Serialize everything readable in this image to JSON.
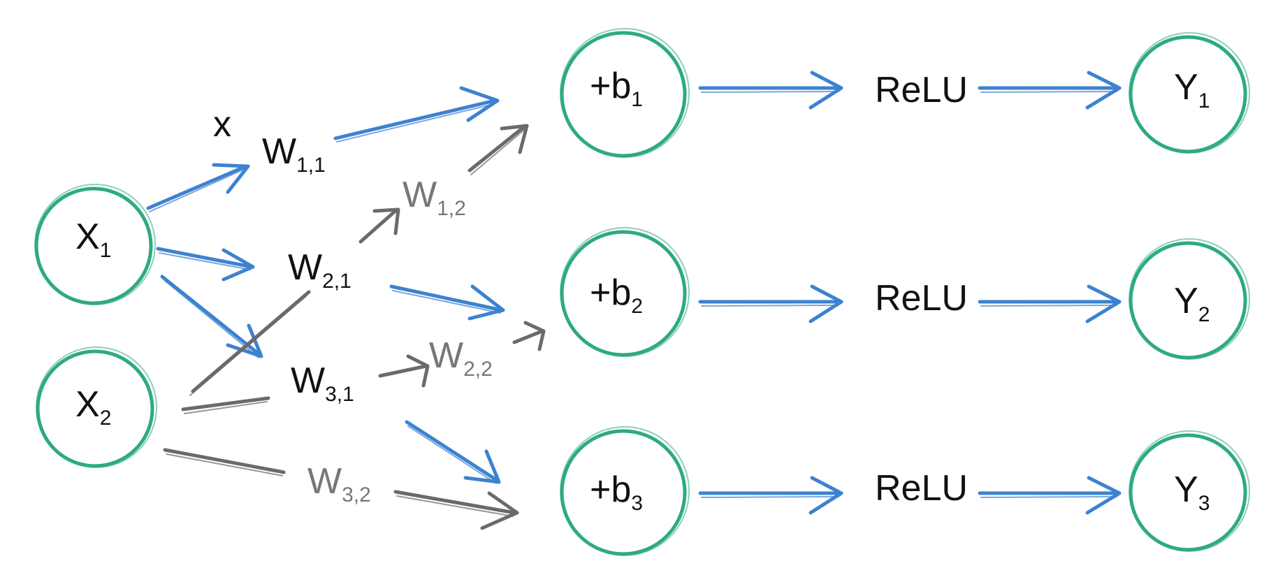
{
  "colors": {
    "node_ring": "#2eaa82",
    "arrow_blue": "#3d82d0",
    "arrow_gray": "#6a6a6a",
    "label_black": "#111111",
    "label_gray": "#777777"
  },
  "operator": "x",
  "inputs": [
    {
      "base": "X",
      "sub": "1"
    },
    {
      "base": "X",
      "sub": "2"
    }
  ],
  "weights": {
    "w11": {
      "base": "W",
      "sub": "1,1"
    },
    "w12": {
      "base": "W",
      "sub": "1,2"
    },
    "w21": {
      "base": "W",
      "sub": "2,1"
    },
    "w22": {
      "base": "W",
      "sub": "2,2"
    },
    "w31": {
      "base": "W",
      "sub": "3,1"
    },
    "w32": {
      "base": "W",
      "sub": "3,2"
    }
  },
  "biases": [
    {
      "base": "+b",
      "sub": "1"
    },
    {
      "base": "+b",
      "sub": "2"
    },
    {
      "base": "+b",
      "sub": "3"
    }
  ],
  "activations": [
    "ReLU",
    "ReLU",
    "ReLU"
  ],
  "outputs": [
    {
      "base": "Y",
      "sub": "1"
    },
    {
      "base": "Y",
      "sub": "2"
    },
    {
      "base": "Y",
      "sub": "3"
    }
  ]
}
